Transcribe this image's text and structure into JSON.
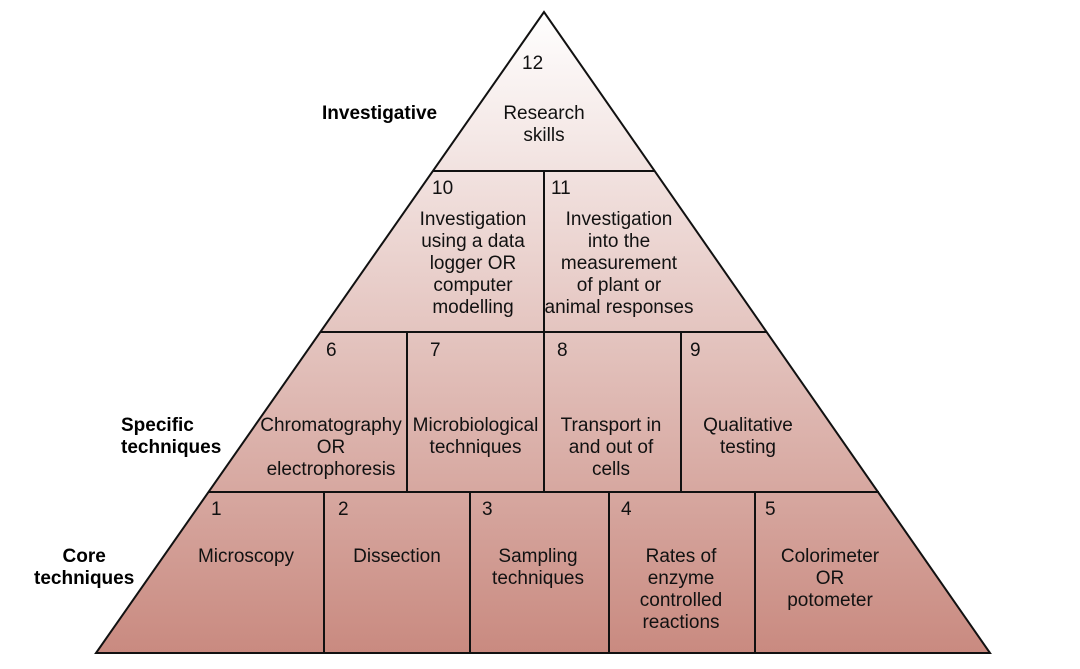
{
  "side_labels": {
    "investigative": "Investigative",
    "specific": "Specific\ntechniques",
    "core": "Core\ntechniques"
  },
  "tier_investigative": [
    {
      "number": "12",
      "title": "Research\nskills"
    }
  ],
  "tier_investigation": [
    {
      "number": "10",
      "title": "Investigation\nusing a data\nlogger OR\ncomputer\nmodelling"
    },
    {
      "number": "11",
      "title": "Investigation\ninto the\nmeasurement\nof plant or\nanimal responses"
    }
  ],
  "tier_specific": [
    {
      "number": "6",
      "title": "Chromatography\nOR\nelectrophoresis"
    },
    {
      "number": "7",
      "title": "Microbiological\ntechniques"
    },
    {
      "number": "8",
      "title": "Transport in\nand out of\ncells"
    },
    {
      "number": "9",
      "title": "Qualitative\ntesting"
    }
  ],
  "tier_core": [
    {
      "number": "1",
      "title": "Microscopy"
    },
    {
      "number": "2",
      "title": "Dissection"
    },
    {
      "number": "3",
      "title": "Sampling\ntechniques"
    },
    {
      "number": "4",
      "title": "Rates of\nenzyme\ncontrolled\nreactions"
    },
    {
      "number": "5",
      "title": "Colorimeter\nOR\npotometer"
    }
  ],
  "colors": {
    "top": "#ffffff",
    "bottom": "#c98a80",
    "stroke": "#111111"
  }
}
